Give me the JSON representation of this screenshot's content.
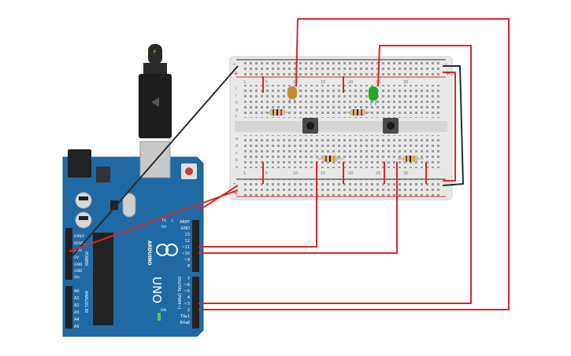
{
  "colors": {
    "wire_red": "#d42a2a",
    "wire_black": "#2b2b2b",
    "board_blue": "#1f6aa5",
    "breadboard": "#e6e6e6",
    "led": "#2aa52a",
    "led_yellow": "#c58a2c"
  },
  "breadboard": {
    "rail_minus": "-",
    "rail_plus": "+",
    "column_numbers": [
      "1",
      "5",
      "10",
      "15",
      "20",
      "25",
      "30"
    ],
    "rows_top": [
      "j",
      "i",
      "h",
      "g",
      "f"
    ],
    "rows_bottom": [
      "e",
      "d",
      "c",
      "b",
      "a"
    ]
  },
  "arduino": {
    "model": "UNO",
    "brand": "ARDUINO",
    "power_pins": [
      "IOREF",
      "RESET",
      "3.3V",
      "5V",
      "GND",
      "GND",
      "Vin"
    ],
    "power_label": "POWER",
    "analog_pins": [
      "A0",
      "A1",
      "A2",
      "A3",
      "A4",
      "A5"
    ],
    "analog_label": "ANALOG IN",
    "digital_pins_top": [
      "AREF",
      "GND",
      "13",
      "12",
      "~11",
      "~10",
      "~9",
      "8"
    ],
    "digital_pins_bottom": [
      "7",
      "~6",
      "~5",
      "4",
      "~3",
      "2",
      "TX▸1",
      "RX◂0"
    ],
    "digital_label": "DIGITAL (PWM~)",
    "led_labels": [
      "TX",
      "RX"
    ],
    "on_label": "ON",
    "l_label": "L"
  },
  "usb": {
    "icon": "lightning-icon"
  }
}
